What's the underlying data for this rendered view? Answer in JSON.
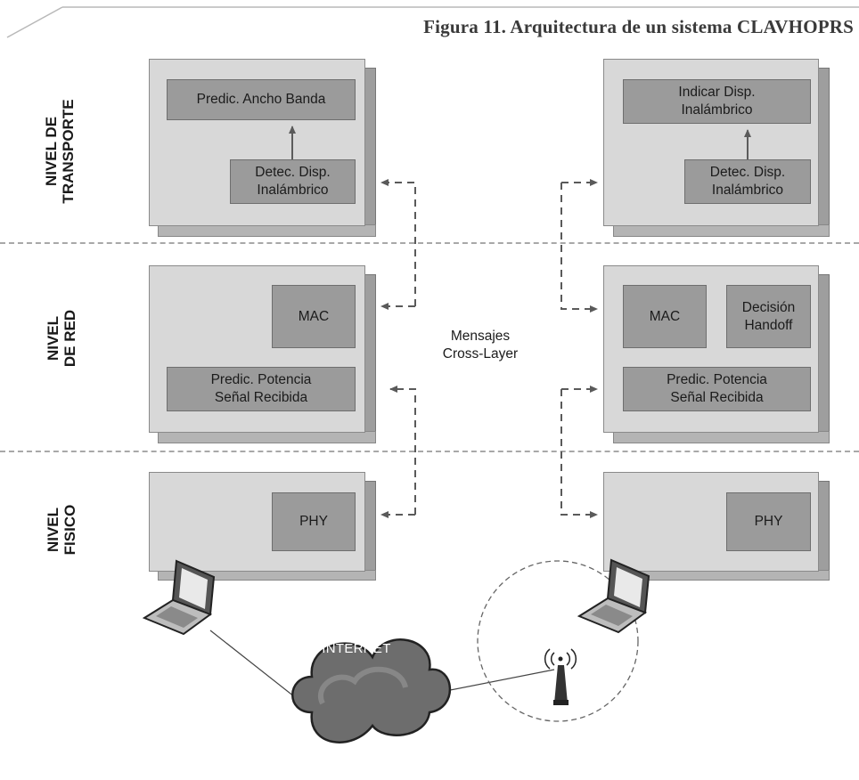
{
  "caption": "Figura 11. Arquitectura de un sistema CLAVHOPRS",
  "layers": {
    "transport": [
      "NIVEL DE",
      "TRANSPORTE"
    ],
    "network": [
      "NIVEL",
      "DE RED"
    ],
    "physical": [
      "NIVEL",
      "FISICO"
    ]
  },
  "left_stack": {
    "bandwidth_prediction": "Predic. Ancho Banda",
    "wireless_detection": [
      "Detec. Disp.",
      "Inalámbrico"
    ],
    "mac": "MAC",
    "signal_power_prediction": [
      "Predic. Potencia",
      "Señal Recibida"
    ],
    "phy": "PHY"
  },
  "right_stack": {
    "indicate_wireless": [
      "Indicar Disp.",
      "Inalámbrico"
    ],
    "wireless_detection": [
      "Detec. Disp.",
      "Inalámbrico"
    ],
    "mac": "MAC",
    "handoff_decision": [
      "Decisión",
      "Handoff"
    ],
    "signal_power_prediction": [
      "Predic. Potencia",
      "Señal Recibida"
    ],
    "phy": "PHY"
  },
  "cross_layer_label": [
    "Mensajes",
    "Cross-Layer"
  ],
  "internet_label": "INTERNET",
  "colors": {
    "panel": "#d8d8d8",
    "module": "#9b9b9b",
    "arrow": "#5a5a5a",
    "divider": "#a8a8a8"
  }
}
